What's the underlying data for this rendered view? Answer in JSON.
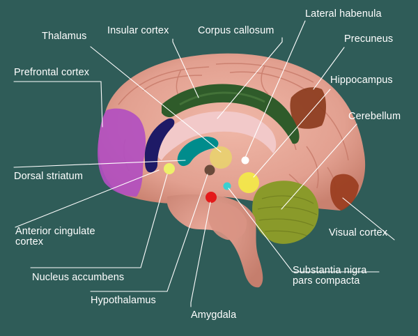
{
  "diagram": {
    "labels": {
      "lateral_habenula": "Lateral habenula",
      "thalamus": "Thalamus",
      "insular_cortex": "Insular cortex",
      "corpus_callosum": "Corpus callosum",
      "precuneus": "Precuneus",
      "prefrontal_cortex": "Prefrontal cortex",
      "hippocampus": "Hippocampus",
      "cerebellum": "Cerebellum",
      "dorsal_striatum": "Dorsal striatum",
      "anterior_cingulate_cortex_line1": "Anterior cingulate",
      "anterior_cingulate_cortex_line2": "cortex",
      "visual_cortex": "Visual cortex",
      "nucleus_accumbens": "Nucleus accumbens",
      "substantia_nigra_line1": "Substantia nigra",
      "substantia_nigra_line2": "pars compacta",
      "hypothalamus": "Hypothalamus",
      "amygdala": "Amygdala"
    },
    "colors": {
      "background": "#2f5c58",
      "brain_tissue": "#e6a99a",
      "prefrontal_cortex": "#b24fc0",
      "corpus_callosum": "#2f5b2a",
      "precuneus": "#8a3a1c",
      "visual_cortex": "#9a3d1e",
      "cerebellum": "#8a9a2a",
      "dorsal_striatum": "#1e1a66",
      "anterior_cingulate": "#008c8c",
      "thalamus": "#e8d070",
      "hippocampus": "#f2e84a",
      "nucleus_accumbens": "#eef06a",
      "hypothalamus": "#6a4a3a",
      "amygdala": "#e41a1a",
      "substantia_nigra": "#3ad0d0",
      "lateral_habenula": "#ffffff",
      "leader_line": "#ffffff"
    }
  }
}
